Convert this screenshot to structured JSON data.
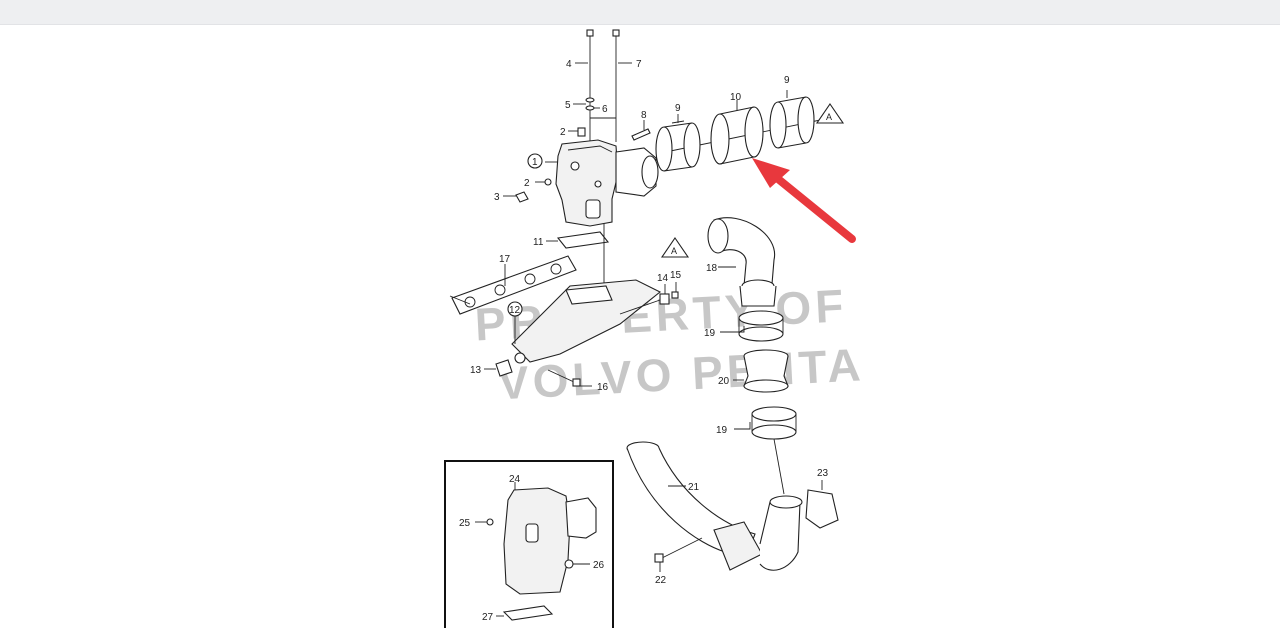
{
  "diagram": {
    "part_labels": [
      "1",
      "2",
      "2",
      "3",
      "4",
      "5",
      "6",
      "7",
      "8",
      "9",
      "9",
      "10",
      "11",
      "12",
      "13",
      "14",
      "15",
      "16",
      "17",
      "18",
      "19",
      "19",
      "20",
      "21",
      "22",
      "23",
      "24",
      "25",
      "26",
      "27"
    ],
    "reference_marks": [
      "A",
      "A"
    ],
    "watermark": {
      "line1": "PROPERTY OF",
      "line2": "VOLVO PENTA"
    },
    "highlight_arrow_color": "#e8383d"
  }
}
